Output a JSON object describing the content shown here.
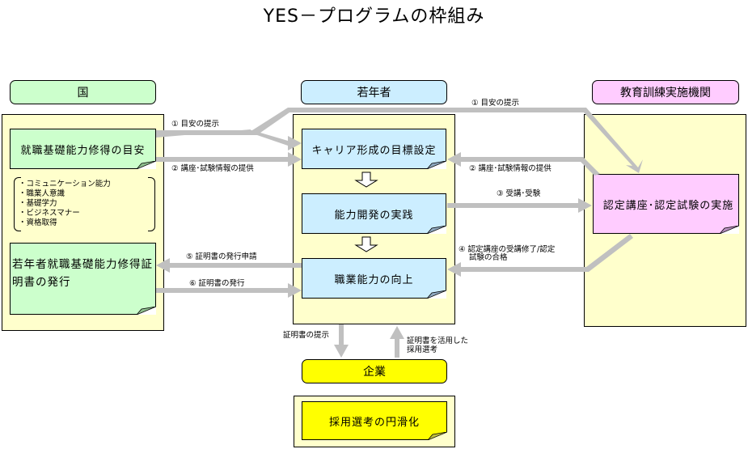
{
  "title": "YES－プログラムの枠組み",
  "columns": {
    "kuni": {
      "header": "国"
    },
    "wakamono": {
      "header": "若年者"
    },
    "kikan": {
      "header": "教育訓練実施機関"
    },
    "kigyo": {
      "header": "企業"
    }
  },
  "boxes": {
    "meyasu": "就職基礎能力修得の目安",
    "shomeisho_hakko": "若年者就職基礎能力修得証明書の発行",
    "career": "キャリア形成の目標設定",
    "noryoku_kaihatsu": "能力開発の実践",
    "shokugyo_noryoku": "職業能力の向上",
    "nintei": "認定講座･認定試験の実施",
    "saiyo": "採用選考の円滑化"
  },
  "skills_list": [
    "・コミュニケーション能力",
    "・職業人意識",
    "・基礎学力",
    "・ビジネスマナー",
    "・資格取得"
  ],
  "arrow_labels": {
    "a1_left": "① 目安の提示",
    "a2_left": "② 講座･試験情報の提供",
    "a1_right": "① 目安の提示",
    "a2_right": "② 講座･試験情報の提供",
    "a3": "③ 受講･受験",
    "a4_line1": "④ 認定講座の受講修了/認定",
    "a4_line2": "試験の合格",
    "a5": "⑤ 証明書の発行申請",
    "a6": "⑥ 証明書の発行",
    "teiji": "証明書の提示",
    "katsuyo_line1": "証明書を活用した",
    "katsuyo_line2": "採用選考"
  },
  "colors": {
    "panel": "#ffffcc",
    "kuni": "#ccffcc",
    "wakamono": "#cceeff",
    "kikan": "#ffccff",
    "kigyo": "#ffff00",
    "arrow": "#c0c0c0"
  }
}
